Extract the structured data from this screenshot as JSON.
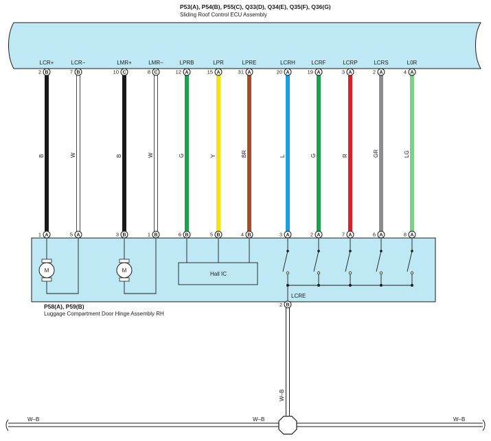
{
  "ecu": {
    "title": "P53(A), P54(B), P55(C), Q33(D), Q34(E), Q35(F), Q36(G)",
    "subtitle": "Sliding Roof Control ECU Assembly"
  },
  "hinge": {
    "title": "P58(A), P59(B)",
    "subtitle": "Luggage Compartment Door Hinge Assembly RH",
    "hall_ic_label": "Hall IC",
    "motor_symbol": "M",
    "ground_pin": {
      "num": "2",
      "letter": "B"
    },
    "ground_signal": "LCRE"
  },
  "wires": [
    {
      "top_signal": "LCR+",
      "top_num": "2",
      "top_letter": "B",
      "color_code": "B",
      "bottom_num": "1",
      "bottom_letter": "A",
      "bottom_signal": "LCR+",
      "color": "#1a1a1a"
    },
    {
      "top_signal": "LCR−",
      "top_num": "7",
      "top_letter": "B",
      "color_code": "W",
      "bottom_num": "5",
      "bottom_letter": "A",
      "bottom_signal": "LCR−",
      "color": "#ffffff"
    },
    {
      "top_signal": "LMR+",
      "top_num": "10",
      "top_letter": "C",
      "color_code": "B",
      "bottom_num": "3",
      "bottom_letter": "B",
      "bottom_signal": "LMR+",
      "color": "#1a1a1a"
    },
    {
      "top_signal": "LMR−",
      "top_num": "8",
      "top_letter": "C",
      "color_code": "W",
      "bottom_num": "1",
      "bottom_letter": "B",
      "bottom_signal": "LMR−",
      "color": "#ffffff"
    },
    {
      "top_signal": "LPRB",
      "top_num": "12",
      "top_letter": "A",
      "color_code": "G",
      "bottom_num": "6",
      "bottom_letter": "B",
      "bottom_signal": "LPRB",
      "color": "#16a34a"
    },
    {
      "top_signal": "LPR",
      "top_num": "15",
      "top_letter": "A",
      "color_code": "Y",
      "bottom_num": "5",
      "bottom_letter": "B",
      "bottom_signal": "LPR",
      "color": "#f5e50a"
    },
    {
      "top_signal": "LPRE",
      "top_num": "31",
      "top_letter": "A",
      "color_code": "BR",
      "bottom_num": "4",
      "bottom_letter": "B",
      "bottom_signal": "LPRE",
      "color": "#a0522d"
    },
    {
      "top_signal": "LCRH",
      "top_num": "20",
      "top_letter": "A",
      "color_code": "L",
      "bottom_num": "3",
      "bottom_letter": "A",
      "bottom_signal": "LCRH",
      "color": "#1ca0e3"
    },
    {
      "top_signal": "LCRF",
      "top_num": "19",
      "top_letter": "A",
      "color_code": "G",
      "bottom_num": "2",
      "bottom_letter": "A",
      "bottom_signal": "LCRF",
      "color": "#16a34a"
    },
    {
      "top_signal": "LCRP",
      "top_num": "3",
      "top_letter": "A",
      "color_code": "R",
      "bottom_num": "7",
      "bottom_letter": "A",
      "bottom_signal": "LCRP",
      "color": "#e11d2a"
    },
    {
      "top_signal": "LCRS",
      "top_num": "2",
      "top_letter": "A",
      "color_code": "GR",
      "bottom_num": "6",
      "bottom_letter": "A",
      "bottom_signal": "LCRS",
      "color": "#8a8d91"
    },
    {
      "top_signal": "L0R",
      "top_num": "4",
      "top_letter": "A",
      "color_code": "LG",
      "bottom_num": "8",
      "bottom_letter": "A",
      "bottom_signal": "L0R",
      "color": "#7ccf8a"
    }
  ],
  "ground": {
    "vertical_code": "W–B",
    "bus_left_code": "W–B",
    "bus_mid_code": "W–B",
    "bus_right_code": "W–B"
  },
  "colors": {
    "connector_fill": "#bfe8f5",
    "outline": "#1a1a1a"
  }
}
